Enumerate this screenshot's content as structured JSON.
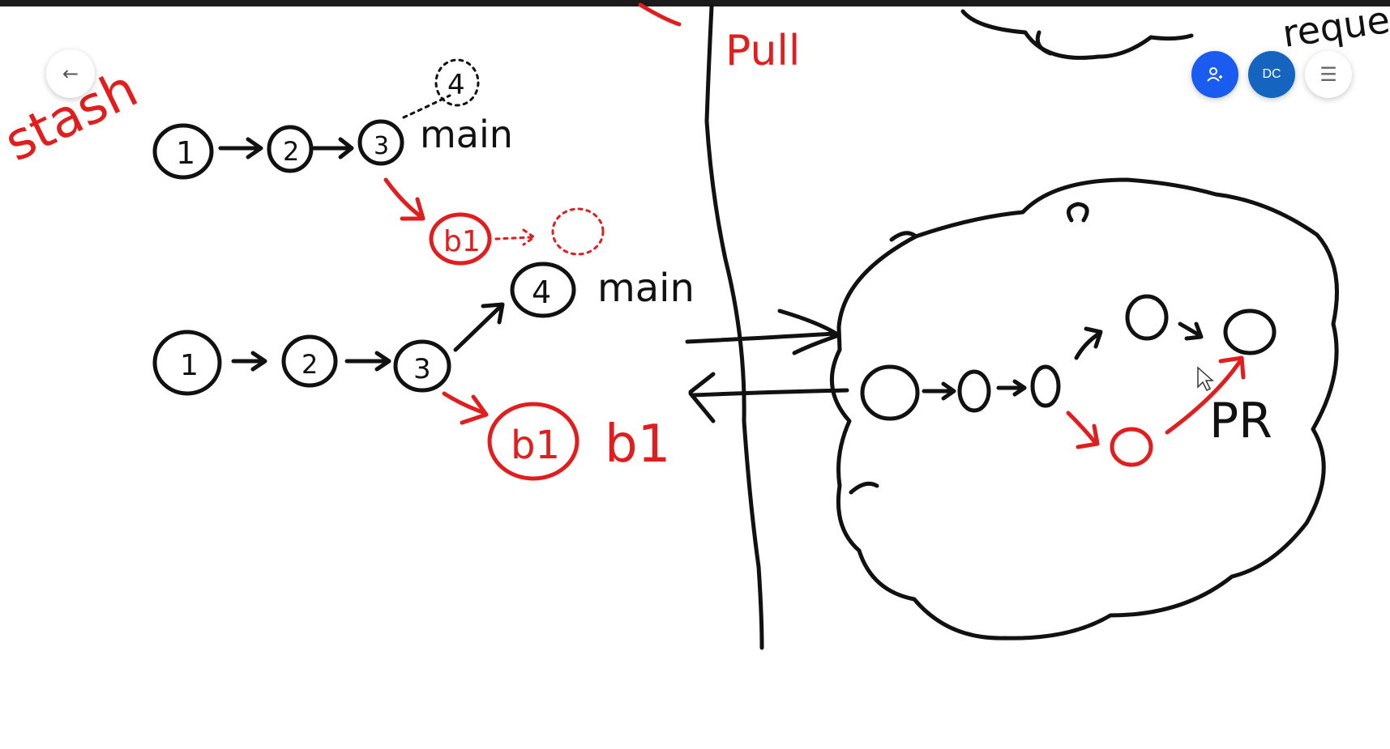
{
  "toolbar": {
    "back_icon": "arrow-left-icon",
    "share_icon": "person-add-icon",
    "avatar_initials": "DC",
    "menu_icon": "hamburger-menu-icon"
  },
  "whiteboard": {
    "labels": {
      "stash": "stash",
      "pull": "Pull",
      "request": "reques",
      "main_top": "main",
      "main_mid": "main",
      "b1_label": "b1",
      "pr": "PR"
    },
    "nodes": {
      "top_row": [
        "1",
        "2",
        "3"
      ],
      "top_ghost": "4",
      "top_branch": "b1",
      "mid_row": [
        "1",
        "2",
        "3"
      ],
      "mid_main": "4",
      "mid_branch": "b1"
    }
  },
  "colors": {
    "ink": "#111111",
    "red_ink": "#e11d1d",
    "share_button": "#1a5cf0",
    "avatar_button": "#1565c0"
  }
}
